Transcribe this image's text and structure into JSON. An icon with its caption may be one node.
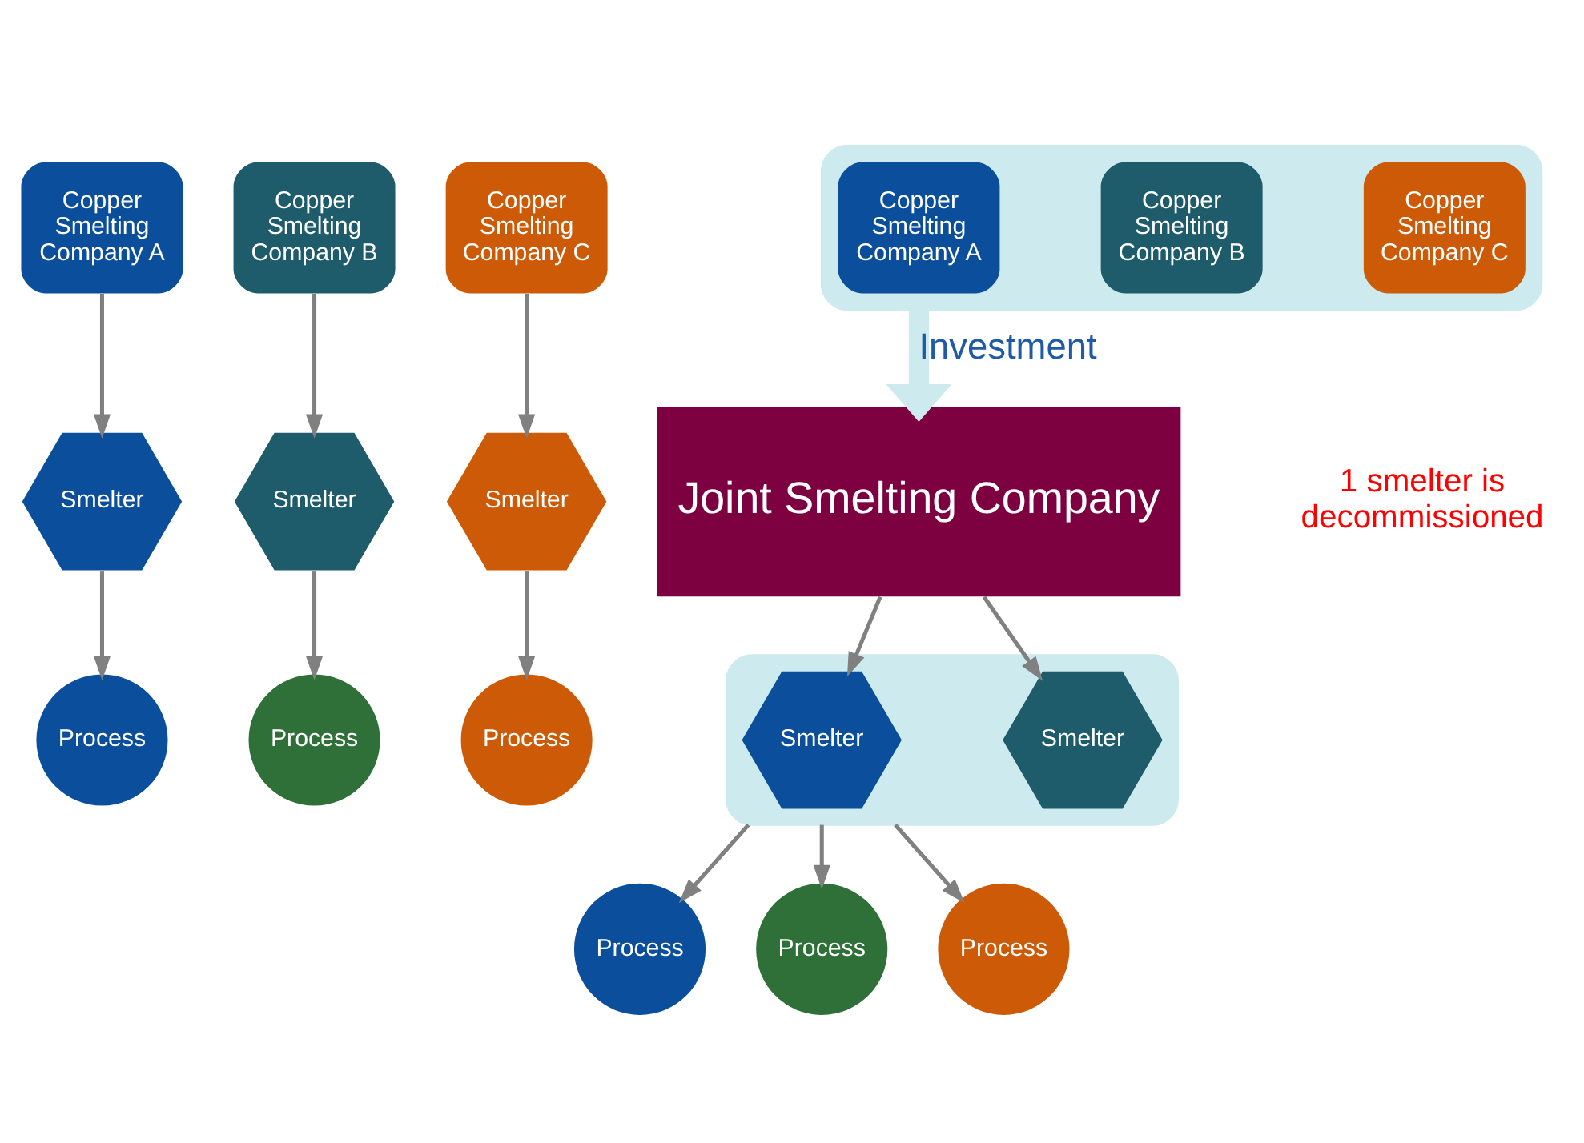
{
  "diagram": {
    "nodes": [
      {
        "text": [
          "Copper Smelting Company A"
        ]
      },
      {
        "text": [
          "Copper Smelting Company B"
        ]
      },
      {
        "text": [
          "Copper Smelting Company C"
        ]
      },
      {
        "text": [
          "Smelter"
        ]
      },
      {
        "text": [
          "Smelter"
        ]
      },
      {
        "text": [
          "Smelter"
        ]
      },
      {
        "text": [
          "Process"
        ]
      },
      {
        "text": [
          "Process"
        ]
      },
      {
        "text": [
          "Process"
        ]
      },
      {
        "text": [],
        "shape": "box"
      },
      {
        "text": [
          "Copper Smelting Company A"
        ],
        "in": 9
      },
      {
        "text": [
          "Copper Smelting Company B"
        ],
        "in": 9
      },
      {
        "text": [
          "Copper Smelting Company C"
        ],
        "in": 9
      },
      {
        "text": [
          "Joint Smelting Company"
        ]
      },
      {
        "text": [],
        "shape": "box"
      },
      {
        "text": [
          "Smelter"
        ],
        "in": 14
      },
      {
        "text": [
          "Smelter"
        ],
        "in": 14
      },
      {
        "text": [
          "Process"
        ]
      },
      {
        "text": [
          "Process"
        ]
      },
      {
        "text": [
          "Process"
        ]
      }
    ],
    "edges": [
      {
        "from": 0,
        "to": 3,
        "arrow": "to"
      },
      {
        "from": 1,
        "to": 4,
        "arrow": "to"
      },
      {
        "from": 2,
        "to": 5,
        "arrow": "to"
      },
      {
        "from": 3,
        "to": 6,
        "arrow": "to"
      },
      {
        "from": 4,
        "to": 7,
        "arrow": "to"
      },
      {
        "from": 5,
        "to": 8,
        "arrow": "to"
      },
      {
        "from": 9,
        "to": 13,
        "arrow": "to",
        "label": "Investment",
        "style": "thick",
        "color": "#cdeaee"
      },
      {
        "from": 13,
        "to": 15,
        "arrow": "to"
      },
      {
        "from": 13,
        "to": 16,
        "arrow": "to"
      },
      {
        "from": 14,
        "to": 17,
        "arrow": "to"
      },
      {
        "from": 14,
        "to": 18,
        "arrow": "to"
      },
      {
        "from": 14,
        "to": 19,
        "arrow": "to"
      }
    ],
    "labels": [
      "1 smelter is decommissioned"
    ]
  }
}
